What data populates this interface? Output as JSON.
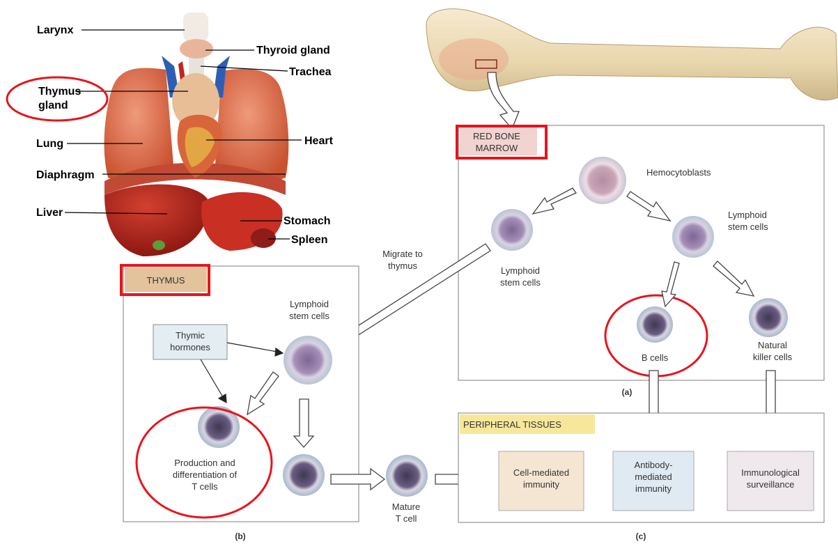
{
  "anatomy": {
    "labels": {
      "larynx": "Larynx",
      "thyroid": "Thyroid gland",
      "trachea": "Trachea",
      "thymus_line1": "Thymus",
      "thymus_line2": "gland",
      "lung": "Lung",
      "heart": "Heart",
      "diaphragm": "Diaphragm",
      "liver": "Liver",
      "stomach": "Stomach",
      "spleen": "Spleen"
    }
  },
  "marrow": {
    "title_line1": "RED BONE",
    "title_line2": "MARROW",
    "hemocytoblasts": "Hemocytoblasts",
    "lymphoid_right_1": "Lymphoid",
    "lymphoid_right_2": "stem cells",
    "lymphoid_left_1": "Lymphoid",
    "lymphoid_left_2": "stem cells",
    "b_cells": "B cells",
    "nk_1": "Natural",
    "nk_2": "killer cells",
    "panel_letter": "(a)"
  },
  "migrate": {
    "line1": "Migrate to",
    "line2": "thymus"
  },
  "thymus": {
    "title": "THYMUS",
    "lymphoid_1": "Lymphoid",
    "lymphoid_2": "stem cells",
    "hormones_1": "Thymic",
    "hormones_2": "hormones",
    "prod_1": "Production and",
    "prod_2": "differentiation of",
    "prod_3": "T cells",
    "panel_letter": "(b)"
  },
  "mature": {
    "line1": "Mature",
    "line2": "T cell"
  },
  "peripheral": {
    "title": "PERIPHERAL TISSUES",
    "cell_med_1": "Cell-mediated",
    "cell_med_2": "immunity",
    "antibody_1": "Antibody-",
    "antibody_2": "mediated",
    "antibody_3": "immunity",
    "immuno_1": "Immunological",
    "immuno_2": "surveillance",
    "panel_letter": "(c)"
  },
  "colors": {
    "highlight_red": "#e8141b",
    "thymus_title_fill": "#e2c39b",
    "marrow_title_fill": "#f1d3d0",
    "peripheral_title_fill": "#f6e79b",
    "cell_med_fill": "#f5e6d3",
    "antibody_fill": "#dfeaf3",
    "immuno_fill": "#efe9ee",
    "hormones_fill": "#e3edf2",
    "lung": "#dc6d4c",
    "liver": "#b8241a",
    "bone": "#efe0bd"
  }
}
